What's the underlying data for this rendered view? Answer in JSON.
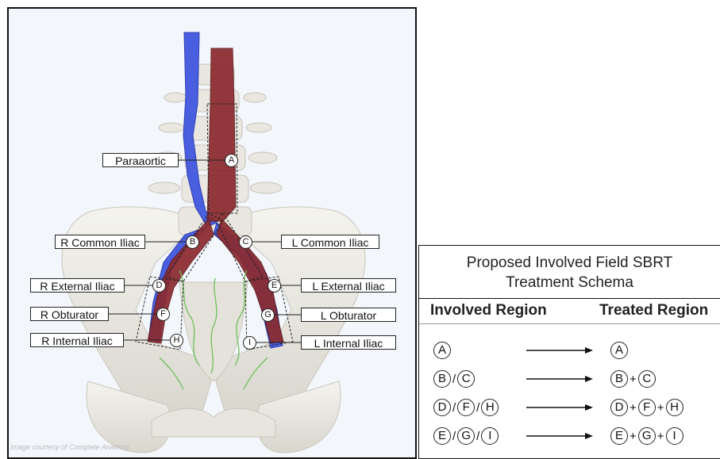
{
  "labels": {
    "paraaortic": "Paraaortic",
    "r_common_iliac": "R Common Iliac",
    "l_common_iliac": "L Common Iliac",
    "r_external_iliac": "R External Iliac",
    "l_external_iliac": "L External Iliac",
    "r_obturator": "R Obturator",
    "l_obturator": "L Obturator",
    "r_internal_iliac": "R Internal Iliac",
    "l_internal_iliac": "L Internal Iliac"
  },
  "nodes": {
    "A": "A",
    "B": "B",
    "C": "C",
    "D": "D",
    "E": "E",
    "F": "F",
    "G": "G",
    "H": "H",
    "I": "I"
  },
  "credit": "Image courtesy of Complete Anatomy",
  "schema": {
    "title_line1": "Proposed Involved Field SBRT",
    "title_line2": "Treatment Schema",
    "col_involved": "Involved Region",
    "col_treated": "Treated Region",
    "rows": [
      {
        "involved": [
          "A"
        ],
        "treated": [
          "A"
        ]
      },
      {
        "involved": [
          "B",
          "C"
        ],
        "treated": [
          "B",
          "C"
        ]
      },
      {
        "involved": [
          "D",
          "F",
          "H"
        ],
        "treated": [
          "D",
          "F",
          "H"
        ]
      },
      {
        "involved": [
          "E",
          "G",
          "I"
        ],
        "treated": [
          "E",
          "G",
          "I"
        ]
      }
    ],
    "involved_sep": "/",
    "treated_sep": "+"
  },
  "colors": {
    "artery": "#8b2a2f",
    "vein": "#4a5fe0",
    "bone": "#e8e6df",
    "lymph": "#6fbf5a"
  }
}
